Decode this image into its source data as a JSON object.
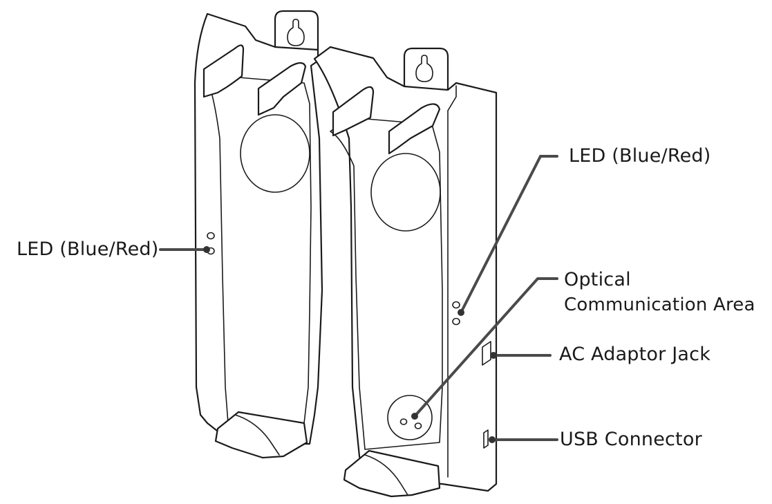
{
  "callouts": {
    "led_left": "LED (Blue/Red)",
    "led_right": "LED (Blue/Red)",
    "optical_line1": "Optical",
    "optical_line2": "Communication Area",
    "ac_jack": "AC Adaptor Jack",
    "usb": "USB Connector"
  },
  "colors": {
    "outline": "#1a1a1a",
    "leader": "#4a4a4a",
    "background": "#ffffff"
  }
}
